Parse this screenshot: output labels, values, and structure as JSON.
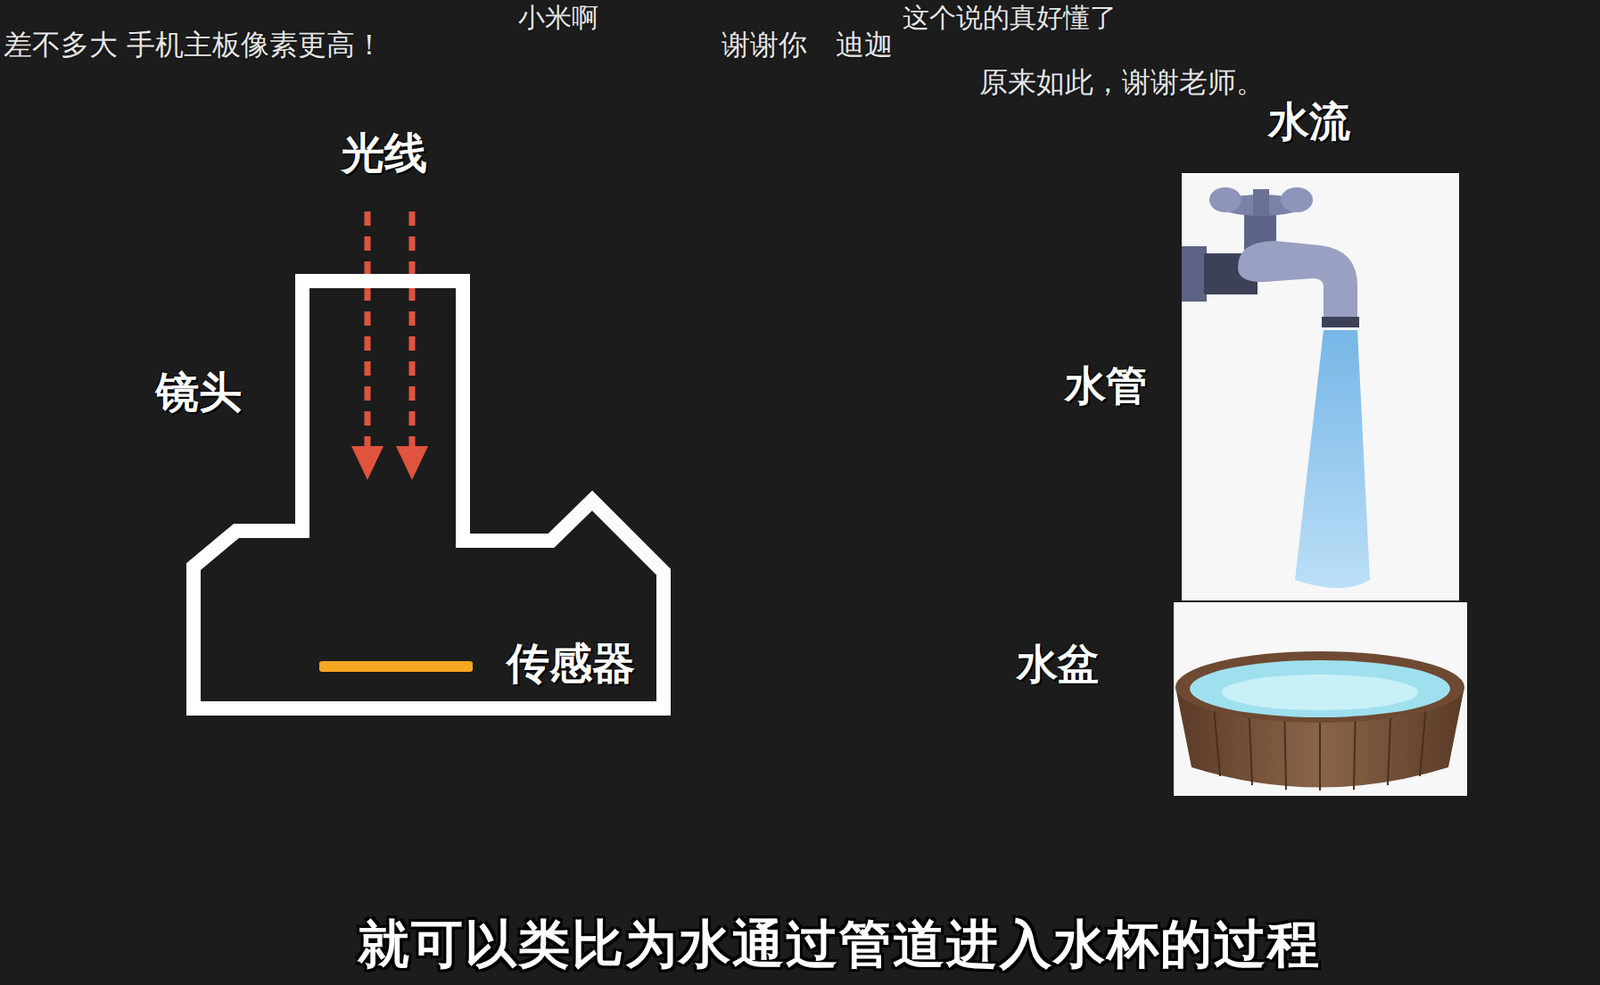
{
  "diagram": {
    "caption": "就可以类比为水通过管道进入水杯的过程",
    "labels": [
      "差不多大 手机主板像素更高！",
      "小米啊",
      "这个说的真好懂了",
      "谢谢你　迪迦",
      "原来如此，谢谢老师。",
      "光线",
      "镜头",
      "传感器",
      "水流",
      "水管",
      "水盆"
    ]
  }
}
